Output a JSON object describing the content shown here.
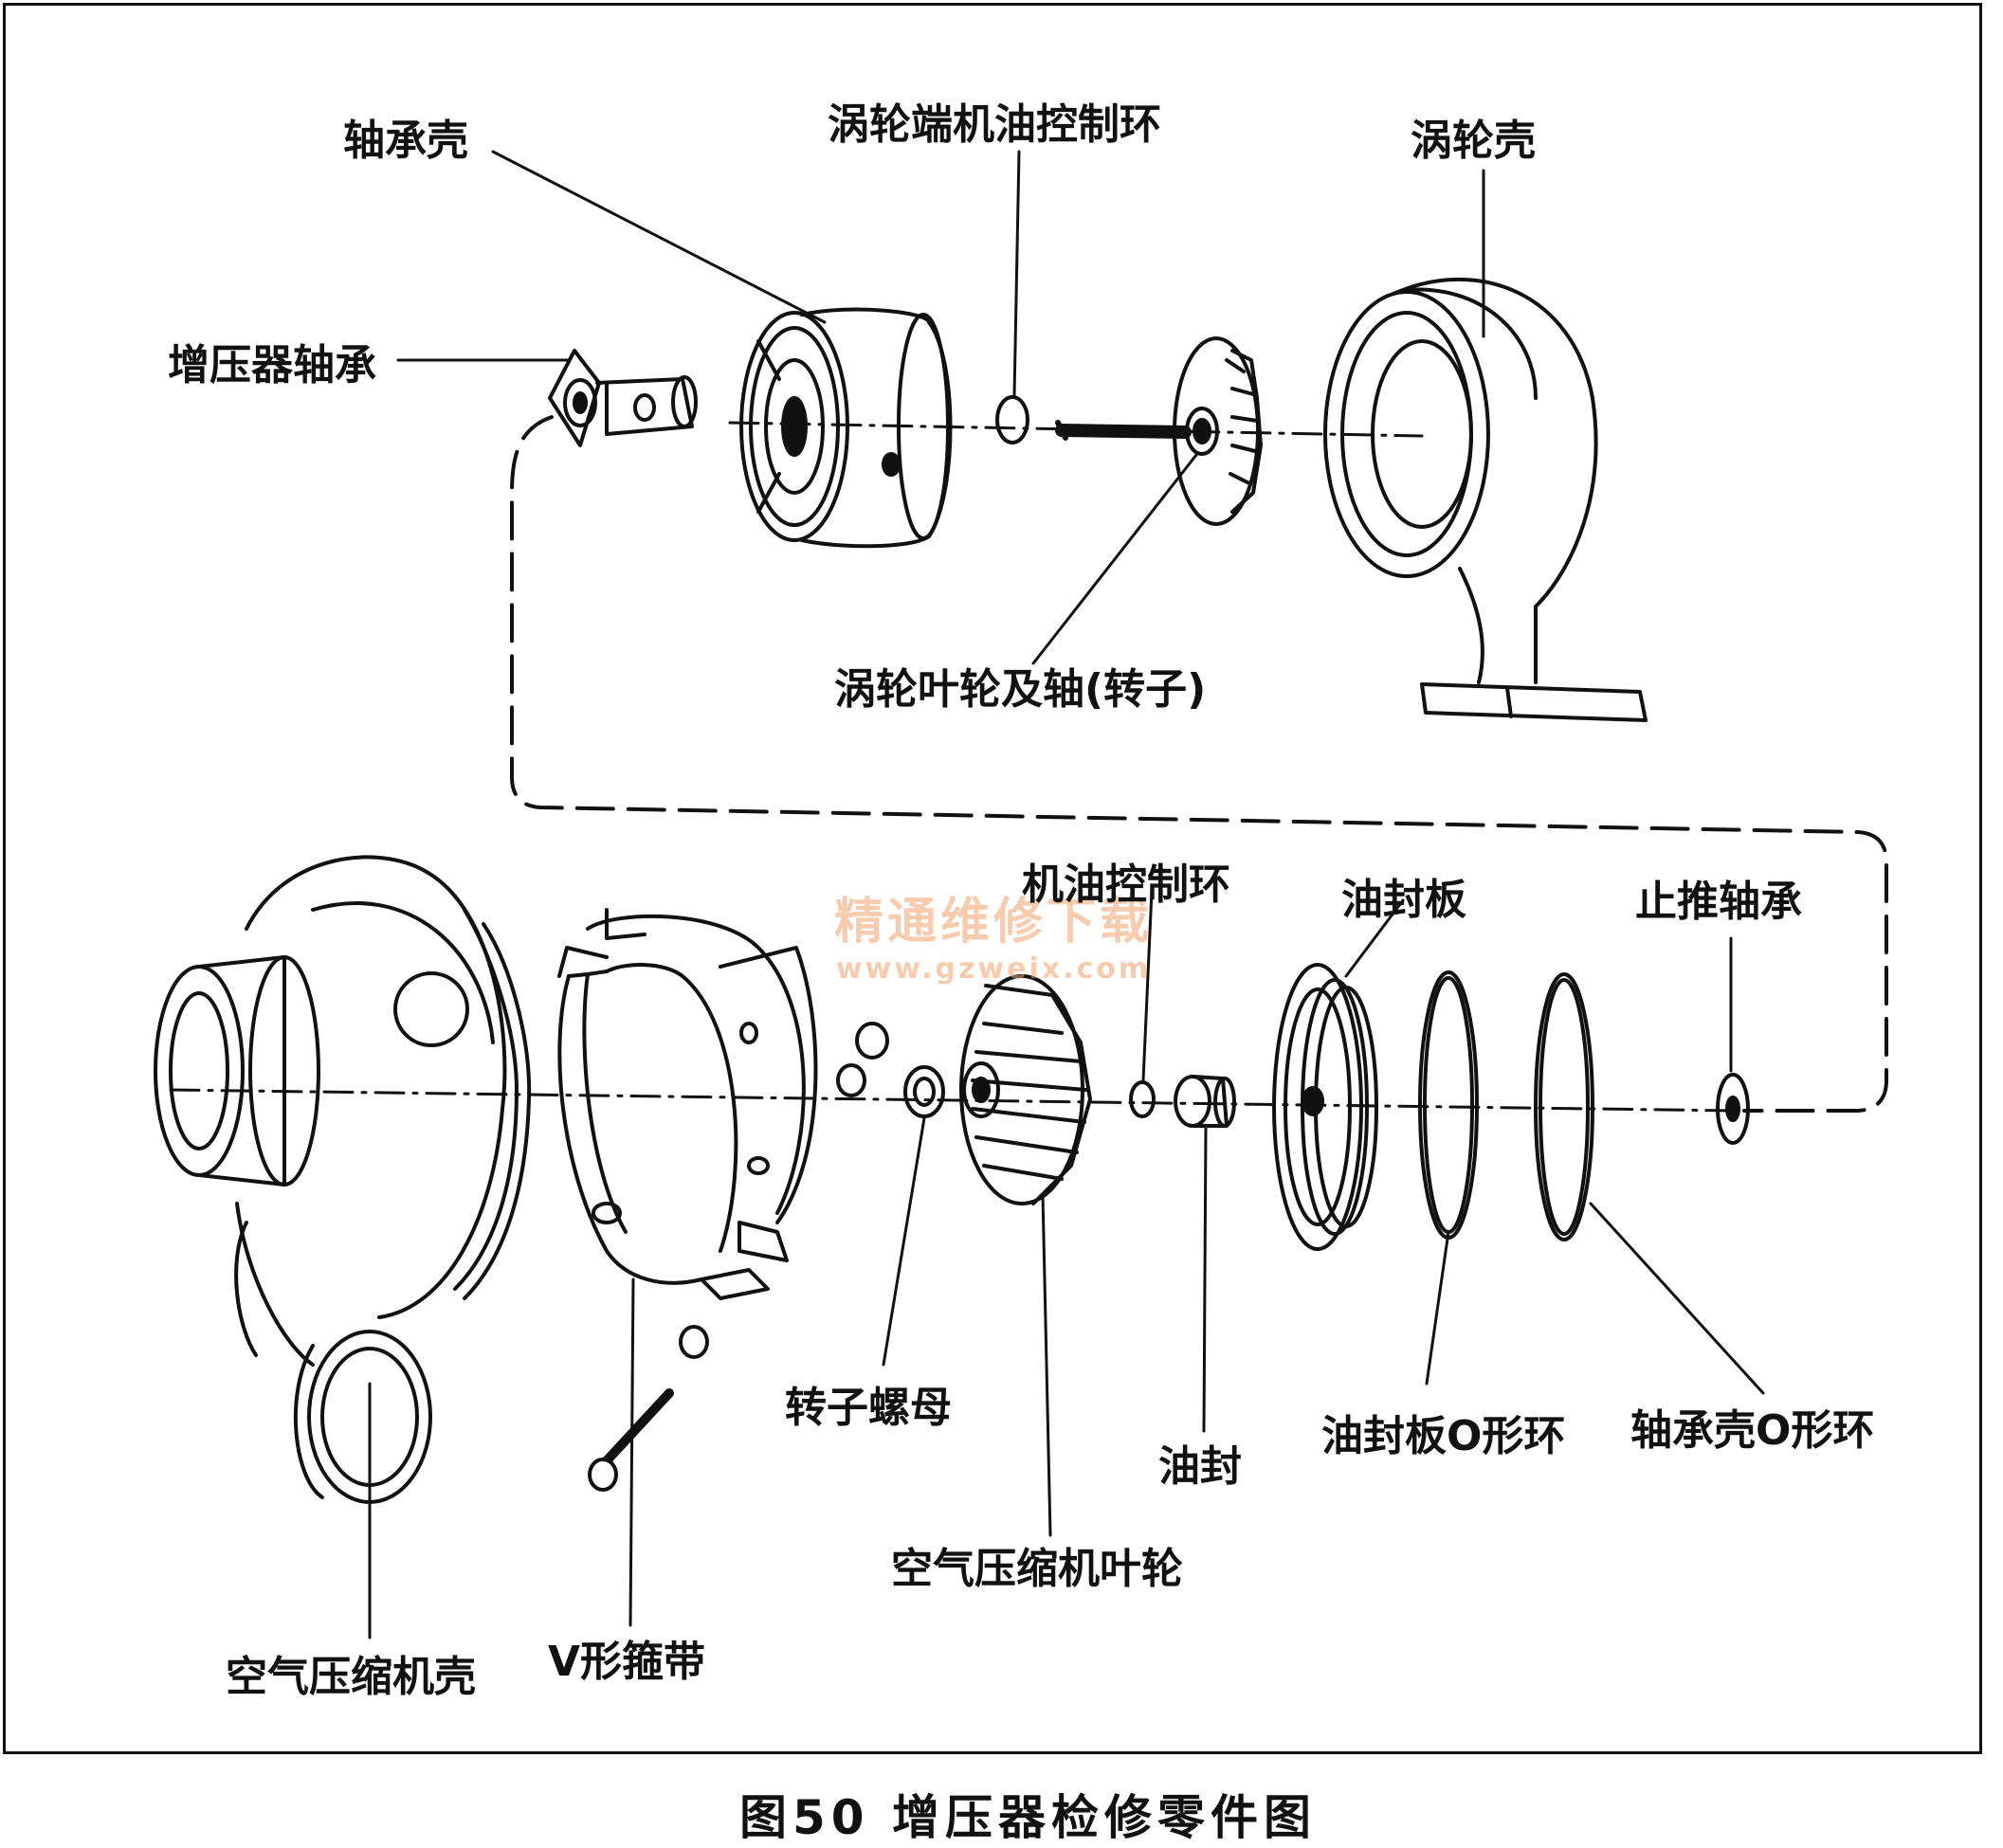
{
  "labels": {
    "bearing_housing": "轴承壳",
    "turbine_oil_control_ring": "涡轮端机油控制环",
    "turbine_housing": "涡轮壳",
    "turbocharger_bearing": "增压器轴承",
    "turbine_wheel_shaft": "涡轮叶轮及轴(转子)",
    "oil_control_ring": "机油控制环",
    "oil_seal_plate": "油封板",
    "thrust_bearing": "止推轴承",
    "rotor_nut": "转子螺母",
    "oil_seal": "油封",
    "oil_seal_plate_oring": "油封板O形环",
    "bearing_housing_oring": "轴承壳O形环",
    "compressor_wheel": "空气压缩机叶轮",
    "compressor_housing": "空气压缩机壳",
    "v_band_clamp": "V形箍带"
  },
  "caption": "图50    增压器检修零件图",
  "watermark": {
    "text": "精通维修下载",
    "url": "www.gzweix.com"
  },
  "colors": {
    "line": "#111111",
    "background": "#ffffff",
    "watermark": "#f1a36c"
  }
}
